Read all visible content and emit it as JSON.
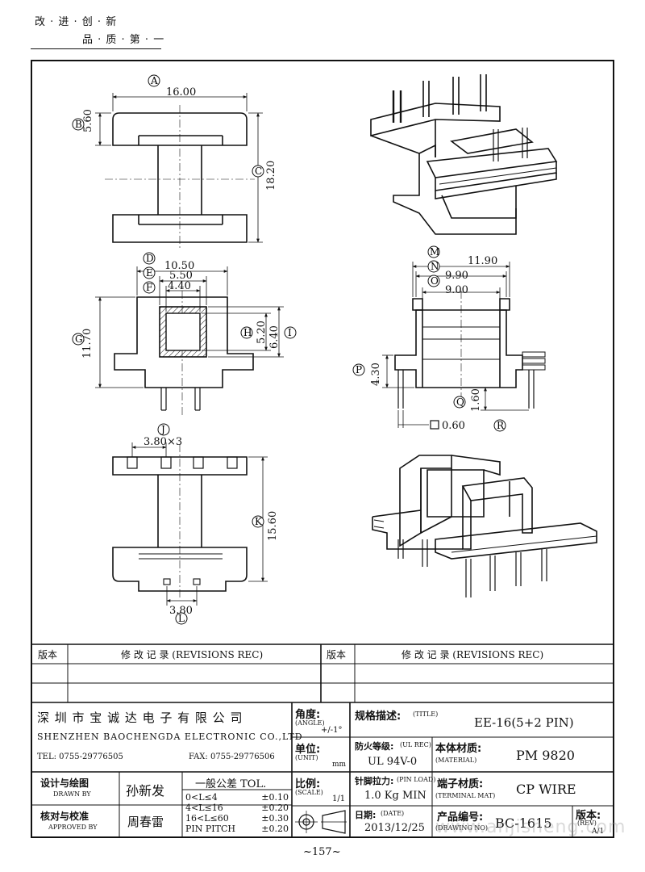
{
  "slogan": {
    "line1": "改 · 进 · 创 · 新",
    "line2": "品 · 质 · 第 · 一"
  },
  "views": {
    "top": {
      "A": "16.00",
      "B": "5.60",
      "C": "18.20"
    },
    "front": {
      "D": "10.50",
      "E": "5.50",
      "F": "4.40",
      "G": "11.70",
      "H": "5.20",
      "I": "6.40"
    },
    "side": {
      "M": "11.90",
      "N": "9.90",
      "O": "9.00",
      "P": "4.30",
      "Q": "1.60",
      "R": "0.60"
    },
    "bottom": {
      "J": "3.80×3",
      "K": "15.60",
      "L": "3.80"
    }
  },
  "balloons": [
    "A",
    "B",
    "C",
    "D",
    "E",
    "F",
    "G",
    "H",
    "I",
    "M",
    "N",
    "O",
    "P",
    "Q",
    "R",
    "J",
    "K",
    "L"
  ],
  "revisions": {
    "col_version": "版本",
    "col_record": "修  改  记  录  (REVISIONS REC)"
  },
  "titleblock": {
    "company_cn": "深 圳 市 宝 诚 达 电 子 有 限 公 司",
    "company_en": "SHENZHEN BAOCHENGDA ELECTRONIC CO.,LTD",
    "tel": "TEL: 0755-29776505",
    "fax": "FAX: 0755-29776506",
    "angle_label": "角度:",
    "angle_en": "(ANGLE)",
    "angle_value": "+/-1°",
    "unit_label": "单位:",
    "unit_en": "(UNIT)",
    "unit_value": "mm",
    "scale_label": "比例:",
    "scale_en": "(SCALE)",
    "scale_value": "1/1",
    "title_label": "规格描述:",
    "title_en": "(TITLE)",
    "title_value": "EE-16(5+2 PIN)",
    "ul_label": "防火等级:",
    "ul_en": "(UL REC)",
    "ul_value": "UL 94V-0",
    "material_label": "本体材质:",
    "material_en": "(MATERIAL)",
    "material_value": "PM 9820",
    "pinload_label": "针脚拉力:",
    "pinload_en": "(PIN LOAD)",
    "pinload_value": "1.0 Kg MIN",
    "terminal_label": "端子材质:",
    "terminal_en": "(TERMINAL MAT)",
    "terminal_value": "CP WIRE",
    "date_label": "日期:",
    "date_en": "(DATE)",
    "date_value": "2013/12/25",
    "drawing_label": "产品编号:",
    "drawing_en": "(DRAWING NO)",
    "drawing_value": "BC-1615",
    "rev_label": "版本:",
    "rev_en": "(REV)",
    "rev_value": "A/1",
    "drawn_label": "设计与绘图",
    "drawn_en": "DRAWN BY",
    "drawn_name": "孙新发",
    "approved_label": "核对与校准",
    "approved_en": "APPROVED BY",
    "approved_name": "周春雷",
    "tol_title": "一般公差 TOL.",
    "tol_rows": [
      {
        "range": "0<L≤4",
        "value": "±0.10"
      },
      {
        "range": "4<L≤16",
        "value": "±0.20"
      },
      {
        "range": "16<L≤60",
        "value": "±0.30"
      },
      {
        "range": "PIN PITCH",
        "value": "±0.20"
      }
    ]
  },
  "page_number": "~157~",
  "watermark": "www.anjisheng.com"
}
